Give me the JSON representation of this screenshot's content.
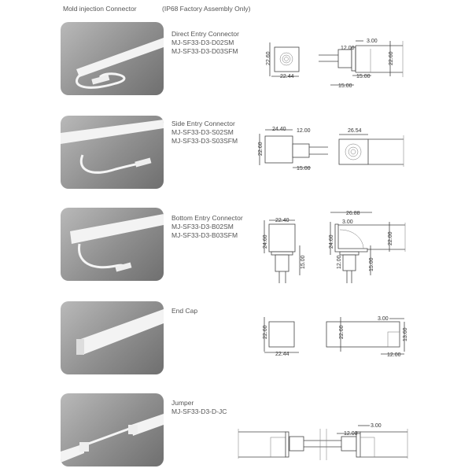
{
  "header": {
    "title": "Mold injection Connector",
    "subtitle": "(IP68 Factory Assembly Only)"
  },
  "sections": [
    {
      "name": "Direct Entry Connector",
      "codes": [
        "MJ-SF33-D3-D02SM",
        "MJ-SF33-D3-D03SFM"
      ],
      "dims": [
        "22.60",
        "22.44",
        "3.00",
        "12.00",
        "22.60",
        "15.00",
        "15.00"
      ]
    },
    {
      "name": "Side Entry Connector",
      "codes": [
        "MJ-SF33-D3-S02SM",
        "MJ-SF33-D3-S03SFM"
      ],
      "dims": [
        "24.40",
        "12.00",
        "22.60",
        "15.00",
        "26.54"
      ]
    },
    {
      "name": "Bottom Entry Connector",
      "codes": [
        "MJ-SF33-D3-B02SM",
        "MJ-SF33-D3-B03SFM"
      ],
      "dims": [
        "22.40",
        "24.60",
        "15.00",
        "26.88",
        "3.00",
        "24.60",
        "22.00",
        "12.00",
        "15.00"
      ]
    },
    {
      "name": "End Cap",
      "codes": [],
      "dims": [
        "22.60",
        "22.44",
        "22.60",
        "3.00",
        "13.60",
        "12.00"
      ]
    },
    {
      "name": "Jumper",
      "codes": [
        "MJ-SF33-D3-D-JC"
      ],
      "dims": [
        "12.00",
        "3.00"
      ]
    }
  ]
}
